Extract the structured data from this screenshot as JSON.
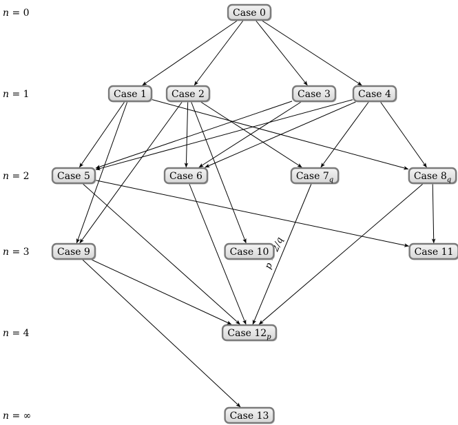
{
  "levels": [
    {
      "id": "L0",
      "label": "n = 0"
    },
    {
      "id": "L1",
      "label": "n = 1"
    },
    {
      "id": "L2",
      "label": "n = 2"
    },
    {
      "id": "L3",
      "label": "n = 3"
    },
    {
      "id": "L4",
      "label": "n = 4"
    },
    {
      "id": "Linf",
      "label": "n = ∞"
    }
  ],
  "nodes": [
    {
      "id": "c0",
      "text": "Case 0",
      "sub": ""
    },
    {
      "id": "c1",
      "text": "Case 1",
      "sub": ""
    },
    {
      "id": "c2",
      "text": "Case 2",
      "sub": ""
    },
    {
      "id": "c3",
      "text": "Case 3",
      "sub": ""
    },
    {
      "id": "c4",
      "text": "Case 4",
      "sub": ""
    },
    {
      "id": "c5",
      "text": "Case 5",
      "sub": ""
    },
    {
      "id": "c6",
      "text": "Case 6",
      "sub": ""
    },
    {
      "id": "c7",
      "text": "Case 7",
      "sub": "q"
    },
    {
      "id": "c8",
      "text": "Case 8",
      "sub": "q"
    },
    {
      "id": "c9",
      "text": "Case 9",
      "sub": ""
    },
    {
      "id": "c10",
      "text": "Case 10",
      "sub": ""
    },
    {
      "id": "c11",
      "text": "Case 11",
      "sub": ""
    },
    {
      "id": "c12",
      "text": "Case 12",
      "sub": "p"
    },
    {
      "id": "c13",
      "text": "Case 13",
      "sub": ""
    }
  ],
  "edges": [
    {
      "from": "c0",
      "to": "c1"
    },
    {
      "from": "c0",
      "to": "c2"
    },
    {
      "from": "c0",
      "to": "c3"
    },
    {
      "from": "c0",
      "to": "c4"
    },
    {
      "from": "c1",
      "to": "c5"
    },
    {
      "from": "c1",
      "to": "c9"
    },
    {
      "from": "c1",
      "to": "c8"
    },
    {
      "from": "c2",
      "to": "c6"
    },
    {
      "from": "c2",
      "to": "c7"
    },
    {
      "from": "c2",
      "to": "c9"
    },
    {
      "from": "c2",
      "to": "c10"
    },
    {
      "from": "c3",
      "to": "c5"
    },
    {
      "from": "c3",
      "to": "c6"
    },
    {
      "from": "c4",
      "to": "c5"
    },
    {
      "from": "c4",
      "to": "c6"
    },
    {
      "from": "c4",
      "to": "c7"
    },
    {
      "from": "c4",
      "to": "c8"
    },
    {
      "from": "c5",
      "to": "c11"
    },
    {
      "from": "c5",
      "to": "c12"
    },
    {
      "from": "c6",
      "to": "c12"
    },
    {
      "from": "c7",
      "to": "c12",
      "label": "p = 2/q"
    },
    {
      "from": "c8",
      "to": "c11"
    },
    {
      "from": "c8",
      "to": "c12"
    },
    {
      "from": "c9",
      "to": "c12"
    },
    {
      "from": "c9",
      "to": "c13"
    }
  ]
}
